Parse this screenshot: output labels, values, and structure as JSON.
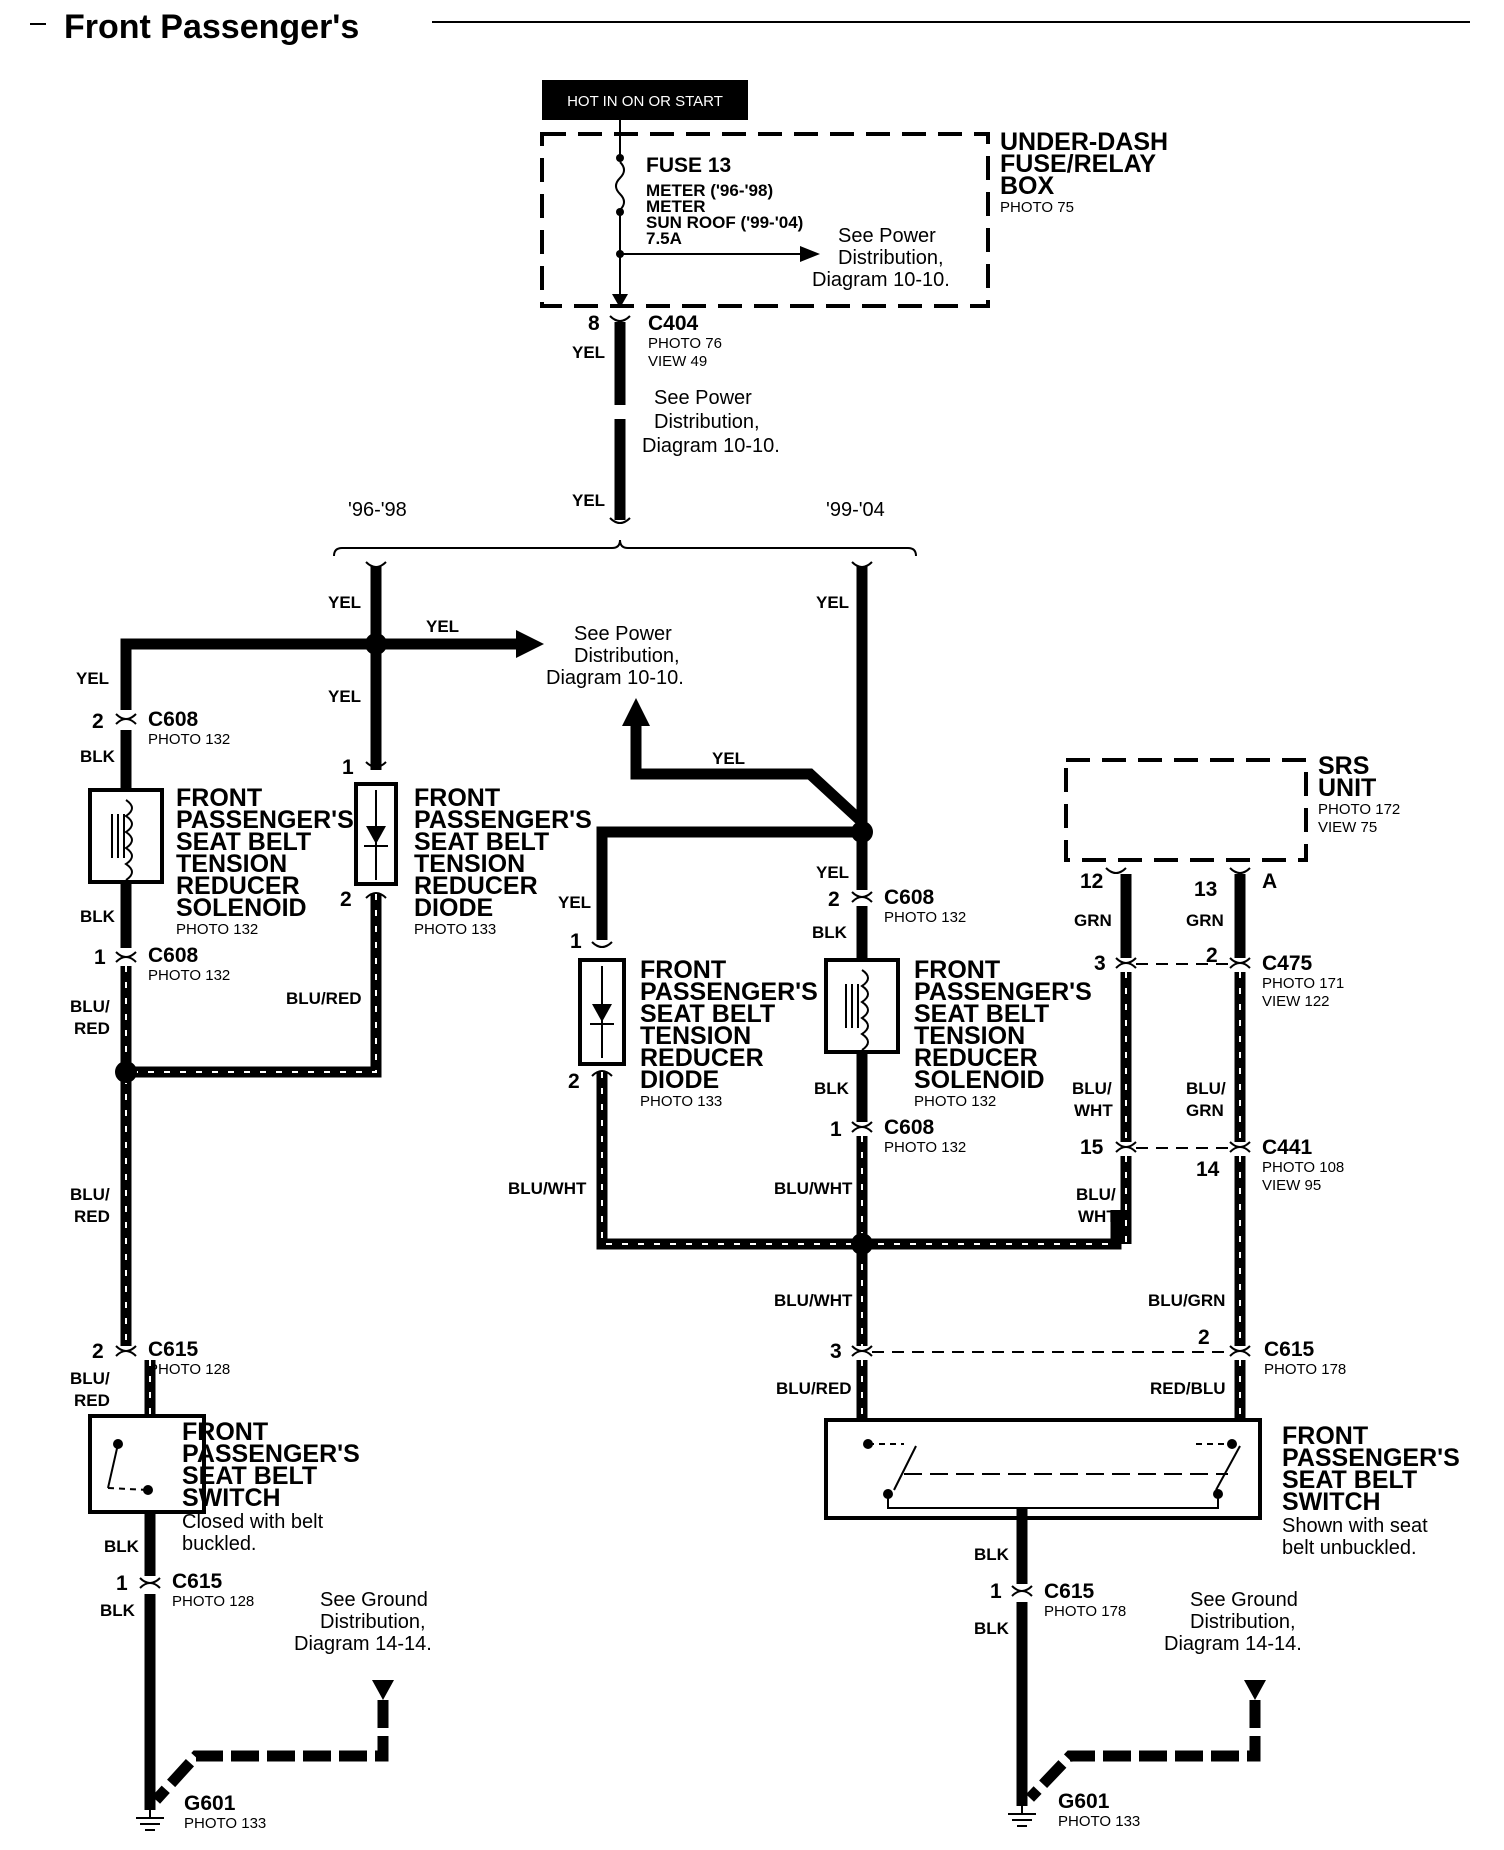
{
  "title": "Front Passenger's",
  "power_label": "HOT IN ON OR START",
  "fuse_box": {
    "name": [
      "UNDER-DASH",
      "FUSE/RELAY",
      "BOX"
    ],
    "photo": "PHOTO 75"
  },
  "fuse": {
    "name": "FUSE 13",
    "lines": [
      "METER ('96-'98)",
      "METER",
      "SUN ROOF ('99-'04)",
      "7.5A"
    ]
  },
  "see_power": [
    "See Power",
    "Distribution,",
    "Diagram 10-10."
  ],
  "see_ground": [
    "See Ground",
    "Distribution,",
    "Diagram 14-14."
  ],
  "years": {
    "left": "'96-'98",
    "right": "'99-'04"
  },
  "wire_colors": {
    "yel": "YEL",
    "blk": "BLK",
    "blu_red": "BLU/RED",
    "blu_red_split": [
      "BLU/",
      "RED"
    ],
    "blu_wht": "BLU/WHT",
    "blu_wht_split": [
      "BLU/",
      "WHT"
    ],
    "blu_grn": "BLU/GRN",
    "blu_grn_split": [
      "BLU/",
      "GRN"
    ],
    "red_blu": "RED/BLU",
    "grn": "GRN"
  },
  "connectors": {
    "c404": {
      "name": "C404",
      "photo": "PHOTO 76",
      "view": "VIEW 49",
      "pin": "8"
    },
    "c608": {
      "name": "C608",
      "photo": "PHOTO 132"
    },
    "c615_left": {
      "name": "C615",
      "photo": "PHOTO 128"
    },
    "c615_right": {
      "name": "C615",
      "photo": "PHOTO 178"
    },
    "c475": {
      "name": "C475",
      "photo": "PHOTO 171",
      "view": "VIEW 122"
    },
    "c441": {
      "name": "C441",
      "photo": "PHOTO 108",
      "view": "VIEW 95"
    },
    "g601": {
      "name": "G601",
      "photo": "PHOTO 133"
    }
  },
  "pins": [
    "1",
    "2",
    "3",
    "12",
    "13",
    "14",
    "15",
    "A"
  ],
  "components": {
    "solenoid": {
      "lines": [
        "FRONT",
        "PASSENGER'S",
        "SEAT BELT",
        "TENSION",
        "REDUCER",
        "SOLENOID"
      ],
      "photo": "PHOTO 132"
    },
    "diode": {
      "lines": [
        "FRONT",
        "PASSENGER'S",
        "SEAT BELT",
        "TENSION",
        "REDUCER",
        "DIODE"
      ],
      "photo": "PHOTO 133"
    },
    "switch_left": {
      "lines": [
        "FRONT",
        "PASSENGER'S",
        "SEAT BELT",
        "SWITCH"
      ],
      "note": [
        "Closed with belt",
        "buckled."
      ]
    },
    "switch_right": {
      "lines": [
        "FRONT",
        "PASSENGER'S",
        "SEAT BELT",
        "SWITCH"
      ],
      "note": [
        "Shown with seat",
        "belt unbuckled."
      ]
    },
    "srs": {
      "lines": [
        "SRS",
        "UNIT"
      ],
      "photo": "PHOTO 172",
      "view": "VIEW 75"
    }
  }
}
